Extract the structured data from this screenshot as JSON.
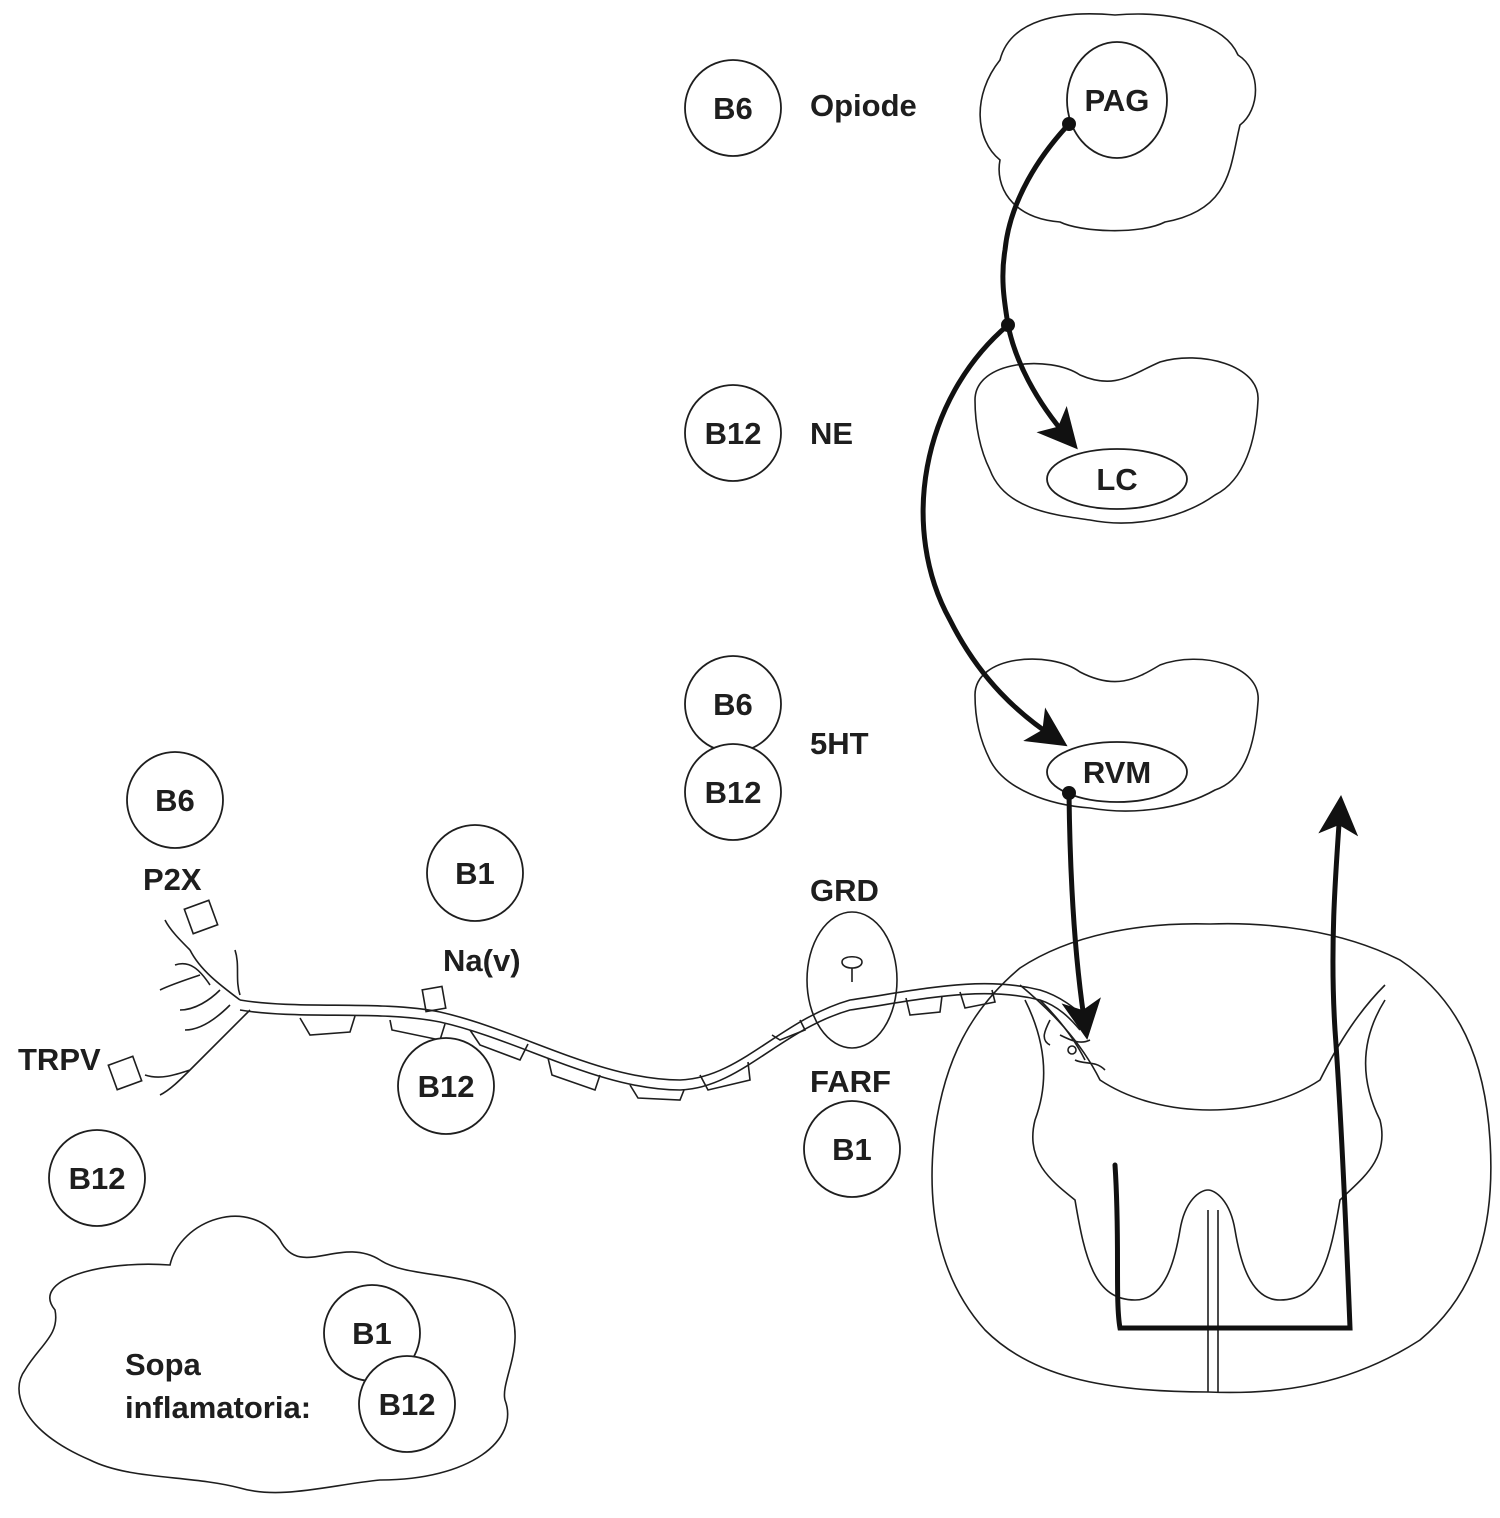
{
  "brain_regions": {
    "pag": "PAG",
    "lc": "LC",
    "rvm": "RVM"
  },
  "neurotransmitters": {
    "opiode": "Opiode",
    "ne": "NE",
    "serotonin": "5HT"
  },
  "receptors": {
    "p2x": "P2X",
    "trpv": "TRPV",
    "nav": "Na(v)"
  },
  "ganglion": {
    "label": "GRD",
    "farf": "FARF"
  },
  "inflammatory_soup": {
    "line1": "Sopa",
    "line2": "inflamatoria:"
  },
  "vitamins": {
    "opiode_b6": "B6",
    "ne_b12": "B12",
    "serotonin_b6": "B6",
    "serotonin_b12": "B12",
    "p2x_b6": "B6",
    "nav_b1": "B1",
    "axon_b12": "B12",
    "farf_b1": "B1",
    "trpv_b12": "B12",
    "soup_b1": "B1",
    "soup_b12": "B12"
  }
}
